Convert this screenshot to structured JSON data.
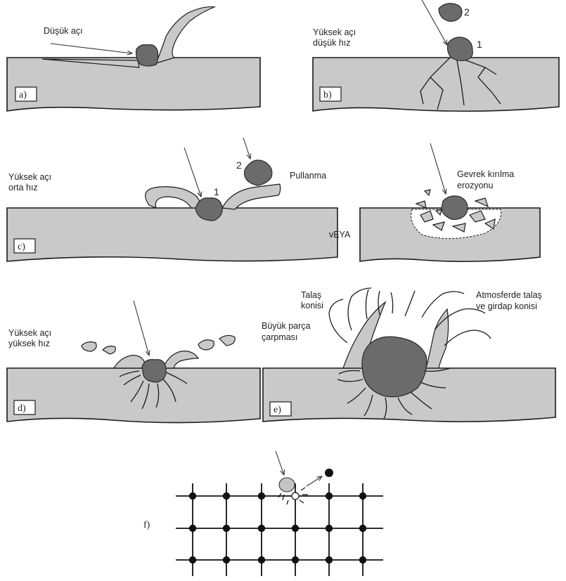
{
  "panels": {
    "a": {
      "tag": "a)",
      "label": "Düşük açı"
    },
    "b": {
      "tag": "b)",
      "label_line1": "Yüksek açı",
      "label_line2": "düşük hız",
      "num1": "1",
      "num2": "2"
    },
    "c": {
      "tag": "c)",
      "label_line1": "Yüksek açı",
      "label_line2": "orta hız",
      "num1": "1",
      "num2": "2",
      "right_label": "Pullanma"
    },
    "c_alt": {
      "label_line1": "Gevrek kırılma",
      "label_line2": "erozyonu",
      "or_label": "vEYA"
    },
    "d": {
      "tag": "d)",
      "label_line1": "Yüksek açı",
      "label_line2": "yüksek hız"
    },
    "e": {
      "tag": "e)",
      "label1_line1": "Talaş",
      "label1_line2": "konisi",
      "label2_line1": "Büyük parça",
      "label2_line2": "çarpması",
      "label3_line1": "Atmosferde talaş",
      "label3_line2": "ve girdap konisi"
    },
    "f": {
      "tag": "f)"
    }
  }
}
